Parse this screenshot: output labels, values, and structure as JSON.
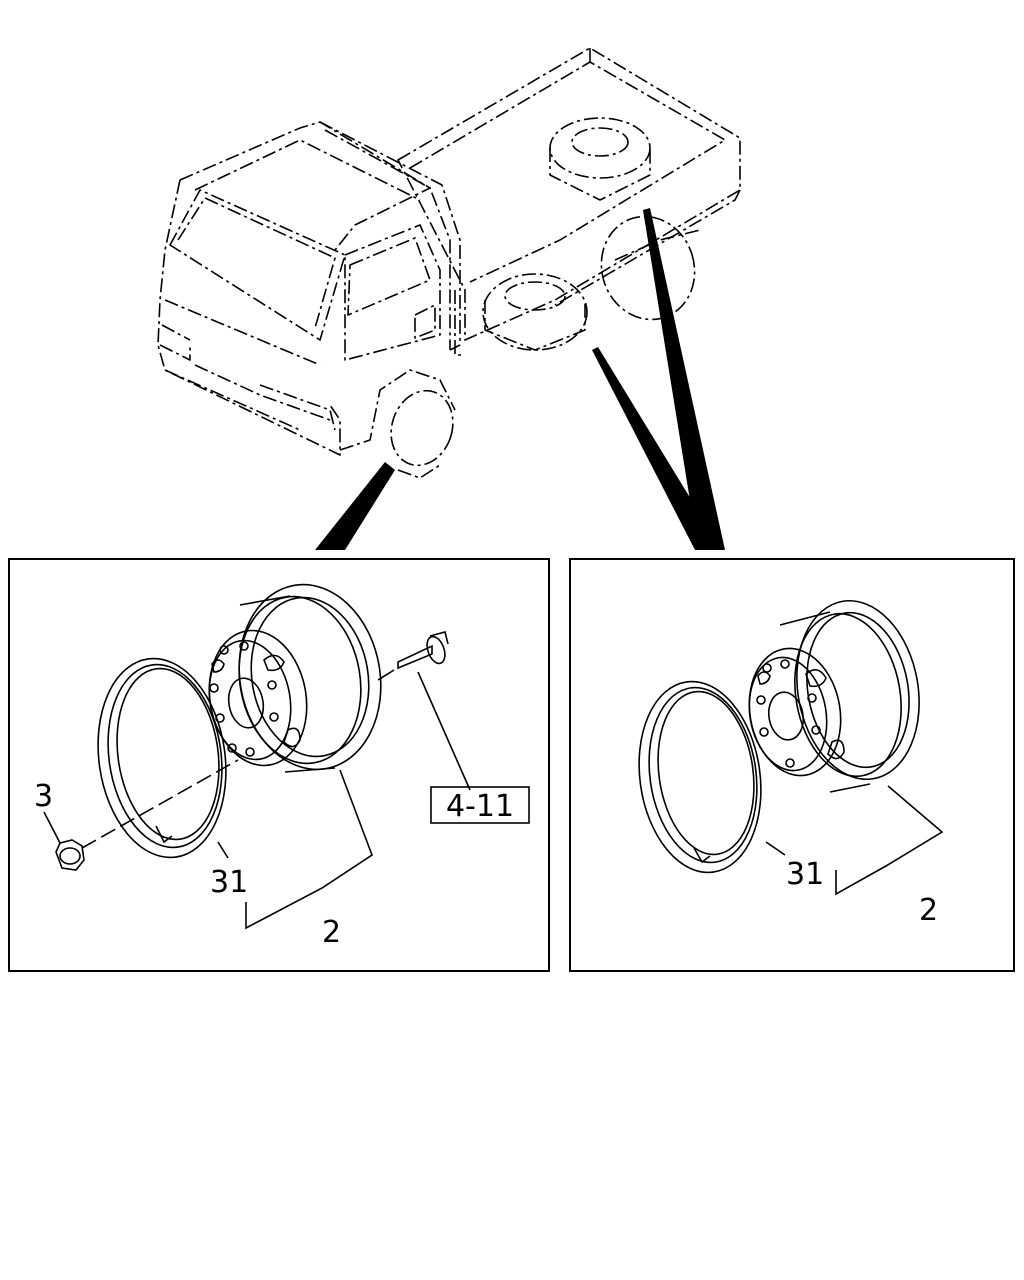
{
  "diagram": {
    "front_panel": {
      "nut_label": "3",
      "ring_label": "31",
      "wheel_label": "2",
      "ref_label": "4-11"
    },
    "rear_panel": {
      "ring_label": "31",
      "wheel_label": "2"
    }
  }
}
